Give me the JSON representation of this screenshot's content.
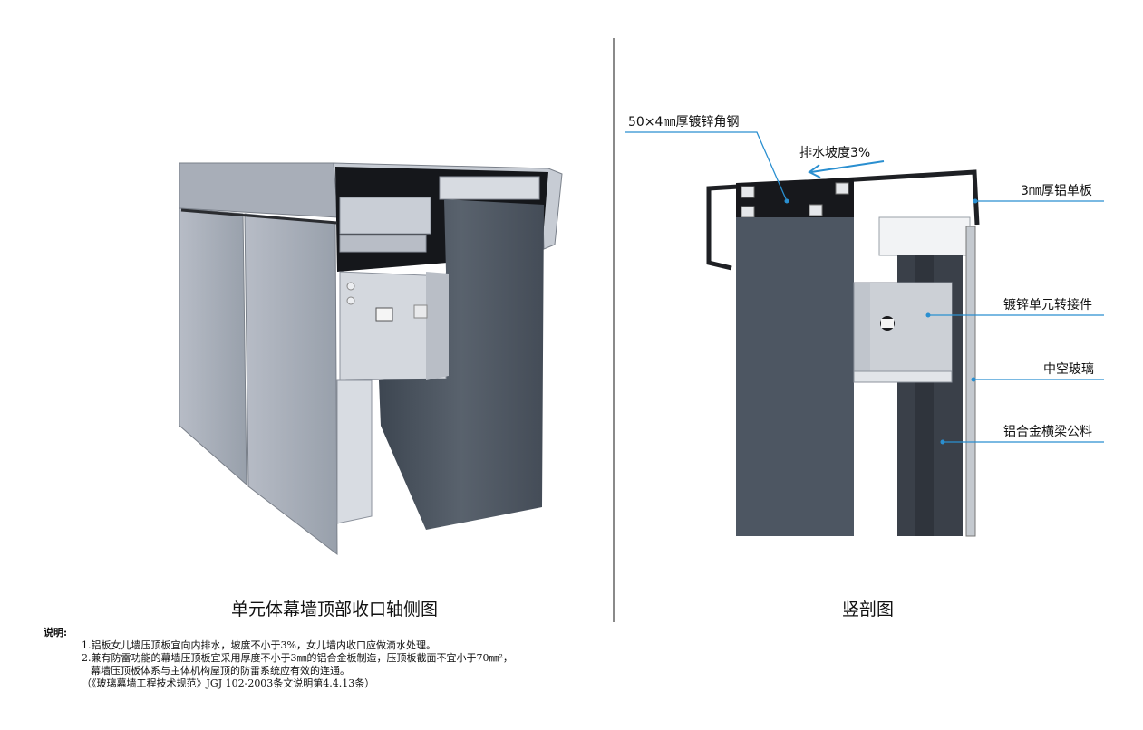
{
  "left_view": {
    "caption": "单元体幕墙顶部收口轴侧图"
  },
  "right_view": {
    "caption": "竖剖图",
    "labels": {
      "angle_steel": "50×4㎜厚镀锌角钢",
      "slope": "排水坡度3%",
      "aluminum_panel": "3㎜厚铝单板",
      "connector": "镀锌单元转接件",
      "hollow_glass": "中空玻璃",
      "transom": "铝合金横梁公料"
    }
  },
  "notes": {
    "title": "说明:",
    "item1": "1.铝板女儿墙压顶板宜向内排水，坡度不小于3%，女儿墙内收口应做滴水处理。",
    "item2": "2.兼有防雷功能的幕墙压顶板宜采用厚度不小于3㎜的铝合金板制造，压顶板截面不宜小于70㎜²，",
    "item2_cont": "幕墙压顶板体系与主体机构屋顶的防雷系统应有效的连通。",
    "reference": "（《玻璃幕墙工程技术规范》JGJ 102-2003条文说明第4.4.13条）"
  },
  "colors": {
    "aluminum": "#9ea4ae",
    "concrete": "#4a5360",
    "steel_black": "#1a1c20",
    "leader_blue": "#2a8fd0"
  }
}
